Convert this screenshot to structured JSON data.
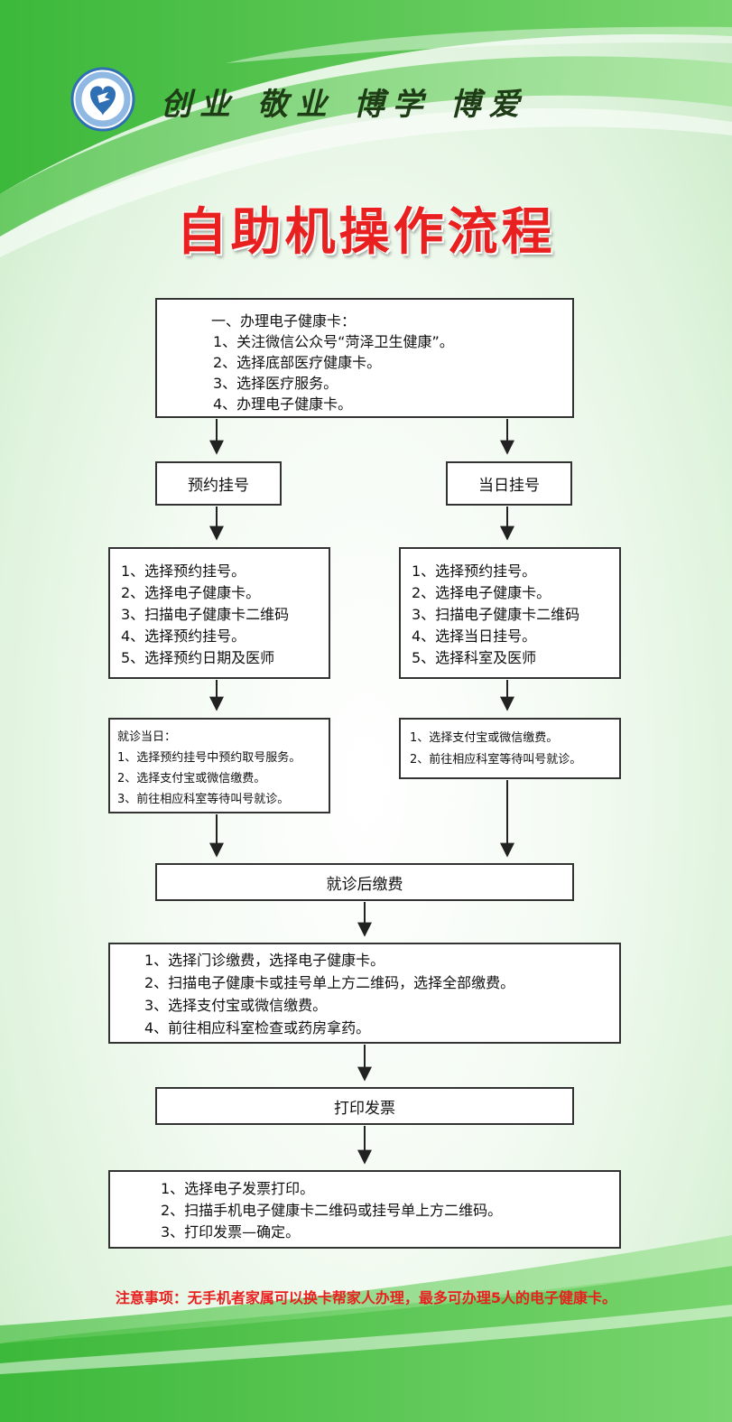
{
  "header": {
    "motto": "创业 敬业 博学 博爱"
  },
  "title": "自助机操作流程",
  "flow": {
    "step_card": {
      "lines": [
        "一、办理电子健康卡：",
        "1、关注微信公众号“菏泽卫生健康”。",
        "2、选择底部医疗健康卡。",
        "3、选择医疗服务。",
        "4、办理电子健康卡。"
      ]
    },
    "appointment": {
      "label": "预约挂号",
      "steps": [
        "1、选择预约挂号。",
        "2、选择电子健康卡。",
        "3、扫描电子健康卡二维码",
        "4、选择预约挂号。",
        "5、选择预约日期及医师"
      ],
      "visit_day": [
        "就诊当日：",
        "1、选择预约挂号中预约取号服务。",
        "2、选择支付宝或微信缴费。",
        "3、前往相应科室等待叫号就诊。"
      ]
    },
    "same_day": {
      "label": "当日挂号",
      "steps": [
        "1、选择预约挂号。",
        "2、选择电子健康卡。",
        "3、扫描电子健康卡二维码",
        "4、选择当日挂号。",
        "5、选择科室及医师"
      ],
      "payment": [
        "1、选择支付宝或微信缴费。",
        "2、前往相应科室等待叫号就诊。"
      ]
    },
    "after_visit": {
      "label": "就诊后缴费",
      "steps": [
        "1、选择门诊缴费，选择电子健康卡。",
        "2、扫描电子健康卡或挂号单上方二维码，选择全部缴费。",
        "3、选择支付宝或微信缴费。",
        "4、前往相应科室检查或药房拿药。"
      ]
    },
    "invoice": {
      "label": "打印发票",
      "steps": [
        "1、选择电子发票打印。",
        "2、扫描手机电子健康卡二维码或挂号单上方二维码。",
        "3、打印发票—确定。"
      ]
    }
  },
  "notice": "注意事项：无手机者家属可以换卡帮家人办理，最多可办理5人的电子健康卡。",
  "colors": {
    "title_red": "#e8201f",
    "brand_green": "#3cb83a",
    "logo_blue": "#2f6fb4"
  }
}
